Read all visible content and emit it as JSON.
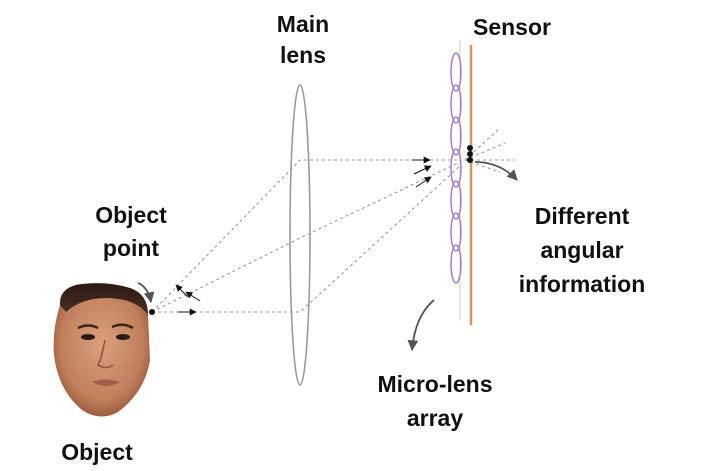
{
  "labels": {
    "main_lens_line1": "Main",
    "main_lens_line2": "lens",
    "sensor": "Sensor",
    "object_point_line1": "Object",
    "object_point_line2": "point",
    "different_line1": "Different",
    "different_line2": "angular",
    "different_line3": "information",
    "microlens_line1": "Micro-lens",
    "microlens_line2": "array",
    "object": "Object"
  },
  "colors": {
    "sensor": "#d4965a",
    "microlens": "#a87cc8",
    "lens": "#9a9a9a",
    "ray": "#9a9a9a",
    "arrowhead": "#111111",
    "pointer_arrow": "#555555"
  },
  "icons": {
    "object_face": "face-photo"
  }
}
